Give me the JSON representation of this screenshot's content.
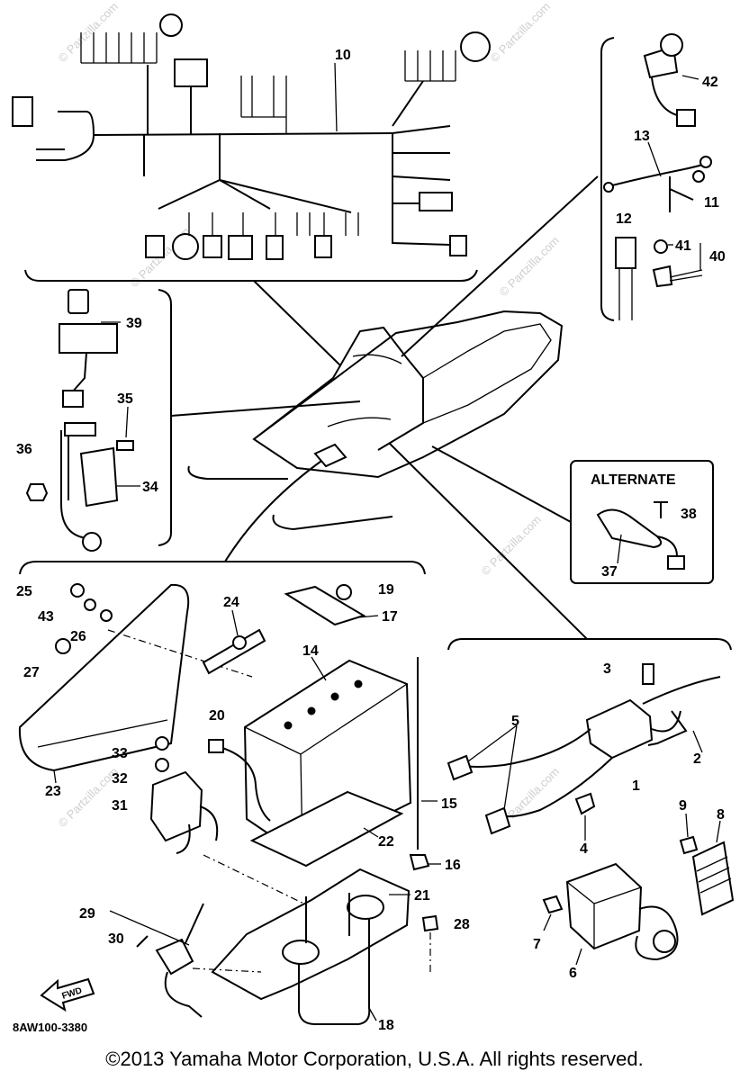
{
  "diagram": {
    "callouts": {
      "p1": "1",
      "p2": "2",
      "p3": "3",
      "p4": "4",
      "p5": "5",
      "p6": "6",
      "p7": "7",
      "p8": "8",
      "p9": "9",
      "p10": "10",
      "p11": "11",
      "p12": "12",
      "p13": "13",
      "p14": "14",
      "p15": "15",
      "p16": "16",
      "p17": "17",
      "p18": "18",
      "p19": "19",
      "p20": "20",
      "p21": "21",
      "p22": "22",
      "p23": "23",
      "p24": "24",
      "p25": "25",
      "p26": "26",
      "p27": "27",
      "p28": "28",
      "p29": "29",
      "p30": "30",
      "p31": "31",
      "p32": "32",
      "p33": "33",
      "p34": "34",
      "p35": "35",
      "p36": "36",
      "p37": "37",
      "p38": "38",
      "p39": "39",
      "p40": "40",
      "p41": "41",
      "p42": "42",
      "p43": "43"
    },
    "alternate_label": "ALTERNATE",
    "diagram_code": "8AW100-3380",
    "front_arrow_label": "FWD",
    "watermark": "© Partzilla.com"
  },
  "footer": {
    "copyright": "©2013 Yamaha Motor Corporation, U.S.A. All rights reserved."
  }
}
